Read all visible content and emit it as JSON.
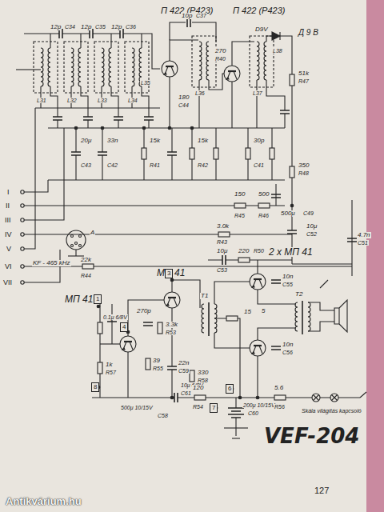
{
  "diagram": {
    "title": "VEF-204",
    "nodes": [
      {
        "text": [
          "1"
        ]
      },
      {
        "text": [
          "3"
        ]
      },
      {
        "text": [
          "4"
        ]
      },
      {
        "text": [
          "8"
        ]
      },
      {
        "text": [
          "6"
        ]
      },
      {
        "text": [
          "7"
        ]
      }
    ],
    "labels": [
      "П 422 (Р423)",
      "П 422 (Р423)",
      "D9V",
      "Д 9 В",
      "12p",
      "C34",
      "12p",
      "C35",
      "12p",
      "C36",
      "10p",
      "C37",
      "L31",
      "L32",
      "L33",
      "L34",
      "L35",
      "L36",
      "L37",
      "L38",
      "270",
      "R40",
      "180",
      "C44",
      "51k",
      "R47",
      "350",
      "R48",
      "500μ",
      "C49",
      "4.7n",
      "C51",
      "20μ",
      "C43",
      "33n",
      "C42",
      "15k",
      "R41",
      "15k",
      "R42",
      "30p",
      "C41",
      "I",
      "II",
      "III",
      "IV",
      "V",
      "VI",
      "VII",
      "22k",
      "R44",
      "150",
      "R45",
      "500",
      "R46",
      "3.0k",
      "R43",
      "10μ",
      "C52",
      "A",
      "KF - 465 kHz",
      "2 x МП 41",
      "МП 41",
      "МП 41",
      "10μ",
      "C53",
      "220",
      "R50",
      "T1",
      "T2",
      "5",
      "15",
      "10n",
      "C55",
      "10n",
      "C56",
      "0.1μ 6/8V",
      "270p",
      "3.3k",
      "R53",
      "22n",
      "C59",
      "39",
      "R55",
      "1k",
      "R57",
      "10μ 6/8V",
      "C61",
      "330",
      "R58",
      "500μ 10/15V",
      "C58",
      "120",
      "R54",
      "200μ 10/15V",
      "C60",
      "5.6",
      "R56",
      "Skála világítás kapcsoló",
      "127",
      "Antikvárium.hu"
    ]
  }
}
